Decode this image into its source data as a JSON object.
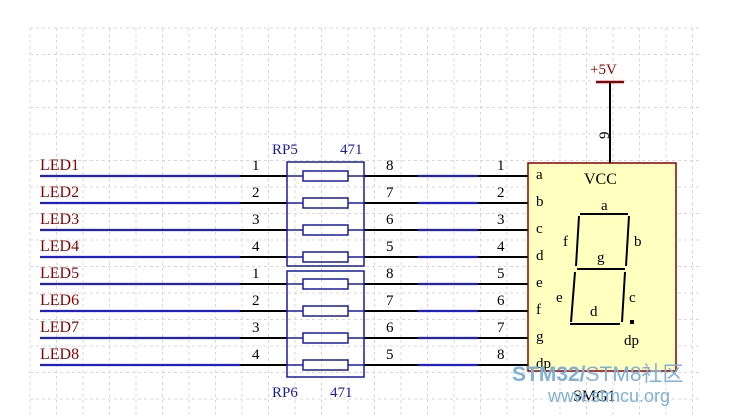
{
  "net_labels": [
    "LED1",
    "LED2",
    "LED3",
    "LED4",
    "LED5",
    "LED6",
    "LED7",
    "LED8"
  ],
  "rp_left_pins": [
    "1",
    "2",
    "3",
    "4",
    "1",
    "2",
    "3",
    "4"
  ],
  "rp_right_pins": [
    "8",
    "7",
    "6",
    "5",
    "8",
    "7",
    "6",
    "5"
  ],
  "smg_pin_numbers": [
    "1",
    "2",
    "3",
    "4",
    "5",
    "6",
    "7",
    "8"
  ],
  "smg_pin_names": [
    "a",
    "b",
    "c",
    "d",
    "e",
    "f",
    "g",
    "dp"
  ],
  "rp5": {
    "ref": "RP5",
    "value": "471"
  },
  "rp6": {
    "ref": "RP6",
    "value": "471"
  },
  "smg": {
    "ref": "SMG1",
    "vcc_label": "VCC",
    "vcc_pin": "9",
    "power_label": "+5V",
    "segment_labels": {
      "a": "a",
      "b": "b",
      "c": "c",
      "d": "d",
      "e": "e",
      "f": "f",
      "g": "g",
      "dp": "dp"
    }
  },
  "watermark": {
    "line1_a": "STM32/",
    "line1_b": "STM8",
    "line1_c": "社区",
    "line2": "www.stmcu.org"
  },
  "colors": {
    "wire_blue": "#1f1fd0",
    "wire_black": "#000000",
    "label_red": "#8b0000",
    "component_blue": "#1a1aa8",
    "smg_fill": "#ffffc0",
    "grid": "#d8d8d8",
    "watermark": "#7fb0d8"
  }
}
